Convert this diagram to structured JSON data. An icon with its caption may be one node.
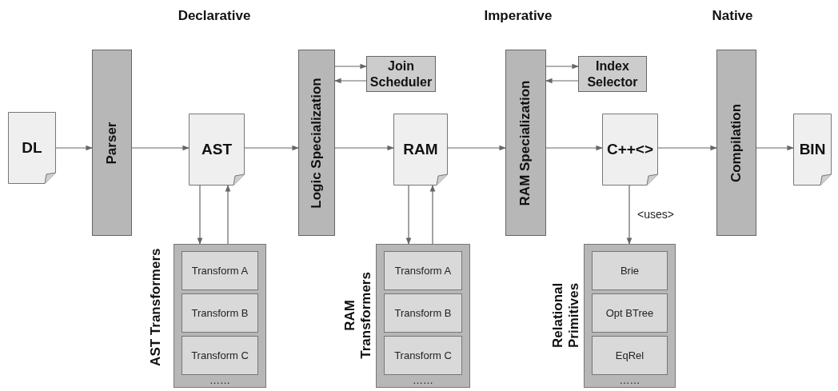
{
  "diagram": {
    "nodes": [
      {
        "text": [
          "DL"
        ]
      },
      {
        "text": [
          "Parser"
        ]
      },
      {
        "text": [
          "AST"
        ]
      },
      {
        "text": [
          "Logic Specialization"
        ]
      },
      {
        "text": [
          "Join Scheduler"
        ]
      },
      {
        "text": [
          "RAM"
        ]
      },
      {
        "text": [
          "RAM Specialization"
        ]
      },
      {
        "text": [
          "Index Selector"
        ]
      },
      {
        "text": [
          "C++<>"
        ]
      },
      {
        "text": [
          "Compilation"
        ]
      },
      {
        "text": [
          "BIN"
        ]
      },
      {
        "text": [
          "AST Transformers",
          "……"
        ]
      },
      {
        "text": [
          "Transform A"
        ],
        "in": 11
      },
      {
        "text": [
          "Transform B"
        ],
        "in": 11
      },
      {
        "text": [
          "Transform C"
        ],
        "in": 11
      },
      {
        "text": [
          "RAM Transformers",
          "……"
        ]
      },
      {
        "text": [
          "Transform A"
        ],
        "in": 15
      },
      {
        "text": [
          "Transform B"
        ],
        "in": 15
      },
      {
        "text": [
          "Transform C"
        ],
        "in": 15
      },
      {
        "text": [
          "Relational Primitives",
          "……"
        ]
      },
      {
        "text": [
          "Brie"
        ],
        "in": 19
      },
      {
        "text": [
          "Opt BTree"
        ],
        "in": 19
      },
      {
        "text": [
          "EqRel"
        ],
        "in": 19
      }
    ],
    "edges": [
      {
        "from": 0,
        "to": 1,
        "arrow": "to"
      },
      {
        "from": 1,
        "to": 2,
        "arrow": "to"
      },
      {
        "from": 2,
        "to": 3,
        "arrow": "to"
      },
      {
        "from": 3,
        "to": 4,
        "arrow": "to"
      },
      {
        "from": 4,
        "to": 3,
        "arrow": "to"
      },
      {
        "from": 3,
        "to": 5,
        "arrow": "to"
      },
      {
        "from": 5,
        "to": 6,
        "arrow": "to"
      },
      {
        "from": 6,
        "to": 7,
        "arrow": "to"
      },
      {
        "from": 7,
        "to": 6,
        "arrow": "to"
      },
      {
        "from": 6,
        "to": 8,
        "arrow": "to"
      },
      {
        "from": 8,
        "to": 9,
        "arrow": "to"
      },
      {
        "from": 9,
        "to": 10,
        "arrow": "to"
      },
      {
        "from": 2,
        "to": 11,
        "arrow": "to"
      },
      {
        "from": 11,
        "to": 2,
        "arrow": "to"
      },
      {
        "from": 5,
        "to": 15,
        "arrow": "to"
      },
      {
        "from": 15,
        "to": 5,
        "arrow": "to"
      },
      {
        "from": 8,
        "to": 19,
        "arrow": "to",
        "label": "<uses>"
      }
    ],
    "labels": [
      "Declarative",
      "Imperative",
      "Native"
    ]
  }
}
